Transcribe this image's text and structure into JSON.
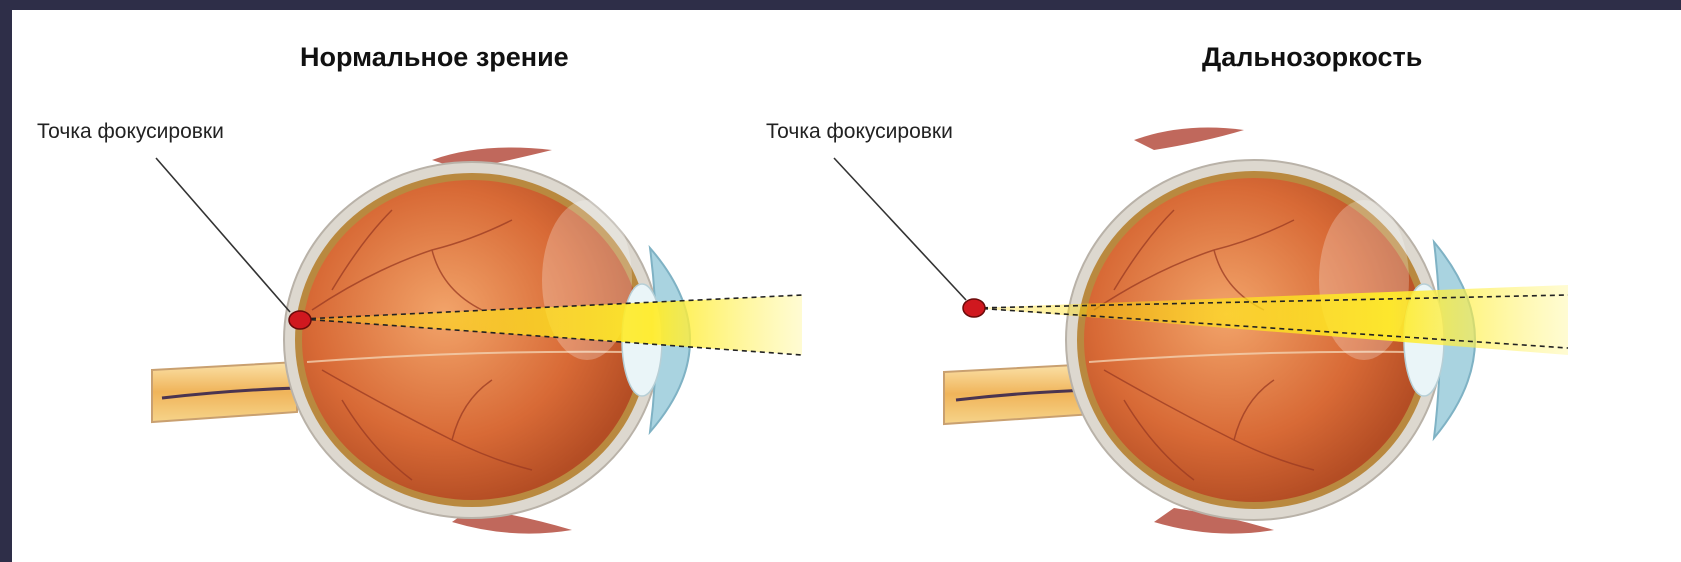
{
  "diagrams": [
    {
      "title": "Нормальное зрение",
      "focus_label": "Точка фокусировки"
    },
    {
      "title": "Дальнозоркость",
      "focus_label": "Точка фокусировки"
    }
  ],
  "colors": {
    "slide_background": "#2e2e48",
    "focus_point": "#d0181f",
    "light_beam": "#ffe020",
    "eye_interior": "#d96b38",
    "sclera": "#ddd8cf",
    "cornea": "#a9d3e0"
  }
}
